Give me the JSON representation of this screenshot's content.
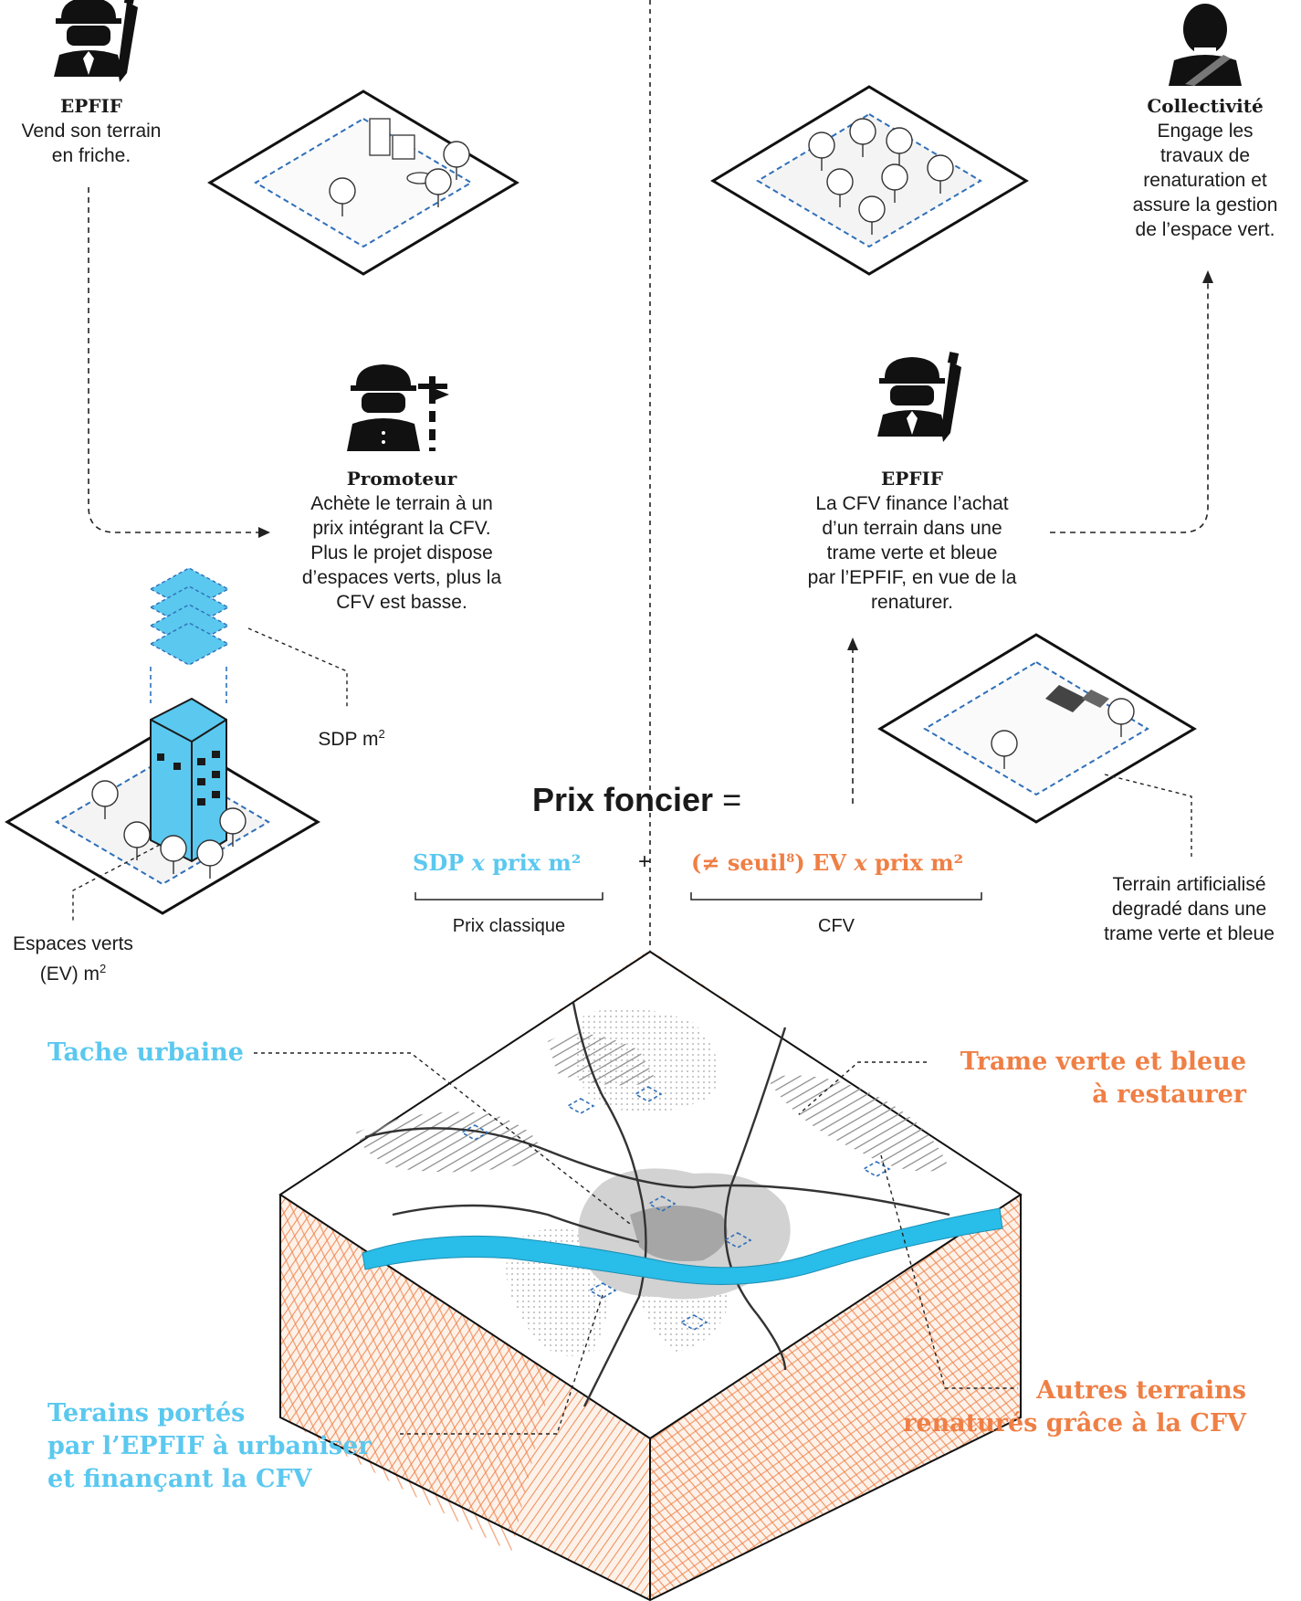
{
  "colors": {
    "accent_blue": "#5bc8ef",
    "accent_orange": "#ef7f45",
    "ink": "#1a1a1a",
    "river": "#29bde9",
    "dash_blue": "#2f6fb8"
  },
  "icons": {
    "worker_pen": "worker-with-pen-icon",
    "worker_sign": "worker-with-signpost-icon",
    "elected_official": "official-with-sash-icon"
  },
  "actors": {
    "epfif_sell": {
      "name": "EPFIF",
      "text1": "Vend son terrain",
      "text2": "en friche."
    },
    "promoteur": {
      "name": "Promoteur",
      "lines": [
        "Achète le terrain à un",
        "prix intégrant la CFV.",
        "Plus le projet dispose",
        "d’espaces verts, plus la",
        "CFV est basse."
      ]
    },
    "epfif_buy": {
      "name": "EPFIF",
      "lines": [
        "La CFV finance l’achat",
        "d’un terrain dans une",
        "trame verte et bleue",
        "par l’EPFIF, en vue de la",
        "renaturer."
      ]
    },
    "collectivite": {
      "name": "Collectivité",
      "lines": [
        "Engage les",
        "travaux de",
        "renaturation et",
        "assure la gestion",
        "de l’espace vert."
      ]
    }
  },
  "labels": {
    "sdp": "SDP m",
    "sdp_exp": "2",
    "ev1": "Espaces verts",
    "ev2": "(EV) m",
    "ev_exp": "2",
    "terrain1": "Terrain artificialisé",
    "terrain2": "degradé dans une",
    "terrain3": "trame verte et bleue"
  },
  "formula": {
    "title": "Prix foncier",
    "equals": "=",
    "left_a": "SDP ",
    "left_x": "x",
    "left_b": " prix m²",
    "plus": "+",
    "right_a": "(≠ seuil",
    "right_sup": "8",
    "right_b": ") EV ",
    "right_x": "x",
    "right_c": " prix m²",
    "left_caption": "Prix classique",
    "right_caption": "CFV"
  },
  "map_labels": {
    "tache": "Tache urbaine",
    "trame1": "Trame verte et bleue",
    "trame2": "à restaurer",
    "terrains1": "Terains portés",
    "terrains2": "par l’EPFIF à urbaniser",
    "terrains3": "et finançant la CFV",
    "autres1": "Autres terrains",
    "autres2": "renaturés grâce à la CFV"
  }
}
